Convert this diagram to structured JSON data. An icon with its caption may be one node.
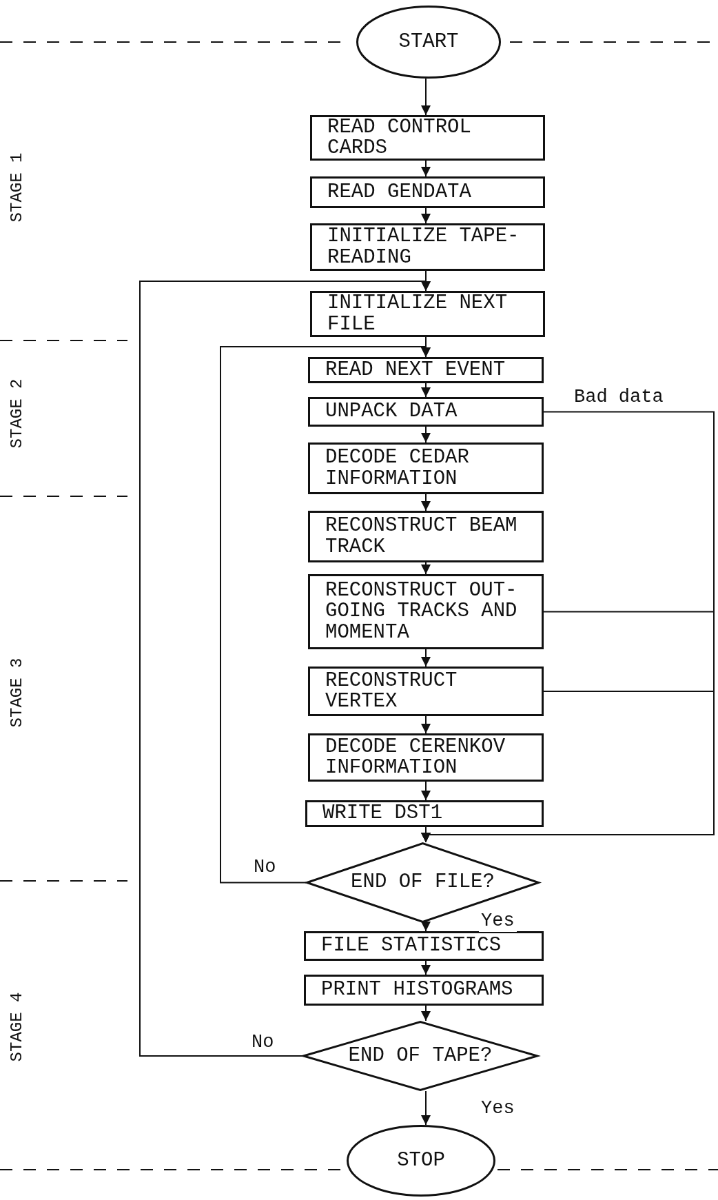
{
  "diagram": {
    "nodes": [
      {
        "text": [
          "START"
        ]
      },
      {
        "text": [
          "READ CONTROL CARDS"
        ]
      },
      {
        "text": [
          "READ GENDATA"
        ]
      },
      {
        "text": [
          "INITIALIZE TAPE-READING"
        ]
      },
      {
        "text": [
          "INITIALIZE NEXT FILE"
        ]
      },
      {
        "text": [
          "READ NEXT EVENT"
        ]
      },
      {
        "text": [
          "UNPACK DATA"
        ]
      },
      {
        "text": [
          "DECODE CEDAR INFORMATION"
        ]
      },
      {
        "text": [
          "RECONSTRUCT BEAM TRACK"
        ]
      },
      {
        "text": [
          "RECONSTRUCT OUT-GOING TRACKS AND MOMENTA"
        ]
      },
      {
        "text": [
          "RECONSTRUCT VERTEX"
        ]
      },
      {
        "text": [
          "DECODE CERENKOV INFORMATION"
        ]
      },
      {
        "text": [
          "WRITE DST1"
        ]
      },
      {
        "text": [
          "END OF FILE?"
        ]
      },
      {
        "text": [
          "FILE STATISTICS"
        ]
      },
      {
        "text": [
          "PRINT HISTOGRAMS"
        ]
      },
      {
        "text": [
          "END OF TAPE?"
        ]
      },
      {
        "text": [
          "STOP"
        ]
      }
    ],
    "edges": [
      {
        "from": 0,
        "to": 1,
        "arrow": "to"
      },
      {
        "from": 1,
        "to": 2,
        "arrow": "to"
      },
      {
        "from": 2,
        "to": 3,
        "arrow": "to"
      },
      {
        "from": 3,
        "to": 4,
        "arrow": "to"
      },
      {
        "from": 4,
        "to": 5,
        "arrow": "to"
      },
      {
        "from": 5,
        "to": 6,
        "arrow": "to"
      },
      {
        "from": 6,
        "to": 7,
        "arrow": "to"
      },
      {
        "from": 7,
        "to": 8,
        "arrow": "to"
      },
      {
        "from": 8,
        "to": 9,
        "arrow": "to"
      },
      {
        "from": 9,
        "to": 10,
        "arrow": "to"
      },
      {
        "from": 10,
        "to": 11,
        "arrow": "to"
      },
      {
        "from": 11,
        "to": 12,
        "arrow": "to"
      },
      {
        "from": 12,
        "to": 13,
        "arrow": "to"
      },
      {
        "from": 13,
        "to": 14,
        "arrow": "to",
        "label": "Yes"
      },
      {
        "from": 14,
        "to": 15,
        "arrow": "to"
      },
      {
        "from": 15,
        "to": 16,
        "arrow": "to"
      },
      {
        "from": 16,
        "to": 17,
        "arrow": "to",
        "label": "Yes"
      },
      {
        "from": 13,
        "to": 5,
        "arrow": "to",
        "label": "No"
      },
      {
        "from": 16,
        "to": 4,
        "arrow": "to",
        "label": "No"
      },
      {
        "from": 6,
        "to": 13,
        "arrow": "to",
        "label": "Bad data"
      },
      {
        "from": 9,
        "to": 13,
        "arrow": "to"
      },
      {
        "from": 10,
        "to": 13,
        "arrow": "to"
      }
    ],
    "labels": [
      "STAGE 1",
      "STAGE 2",
      "STAGE 3",
      "STAGE 4"
    ]
  }
}
